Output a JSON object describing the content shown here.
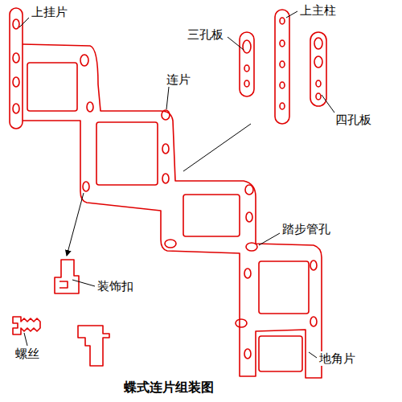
{
  "diagram": {
    "title": "蝶式连片组装图",
    "labels": [
      "上挂片",
      "三孔板",
      "上主柱",
      "连片",
      "四孔板",
      "踏步管孔",
      "装饰扣",
      "螺丝",
      "地角片"
    ]
  }
}
